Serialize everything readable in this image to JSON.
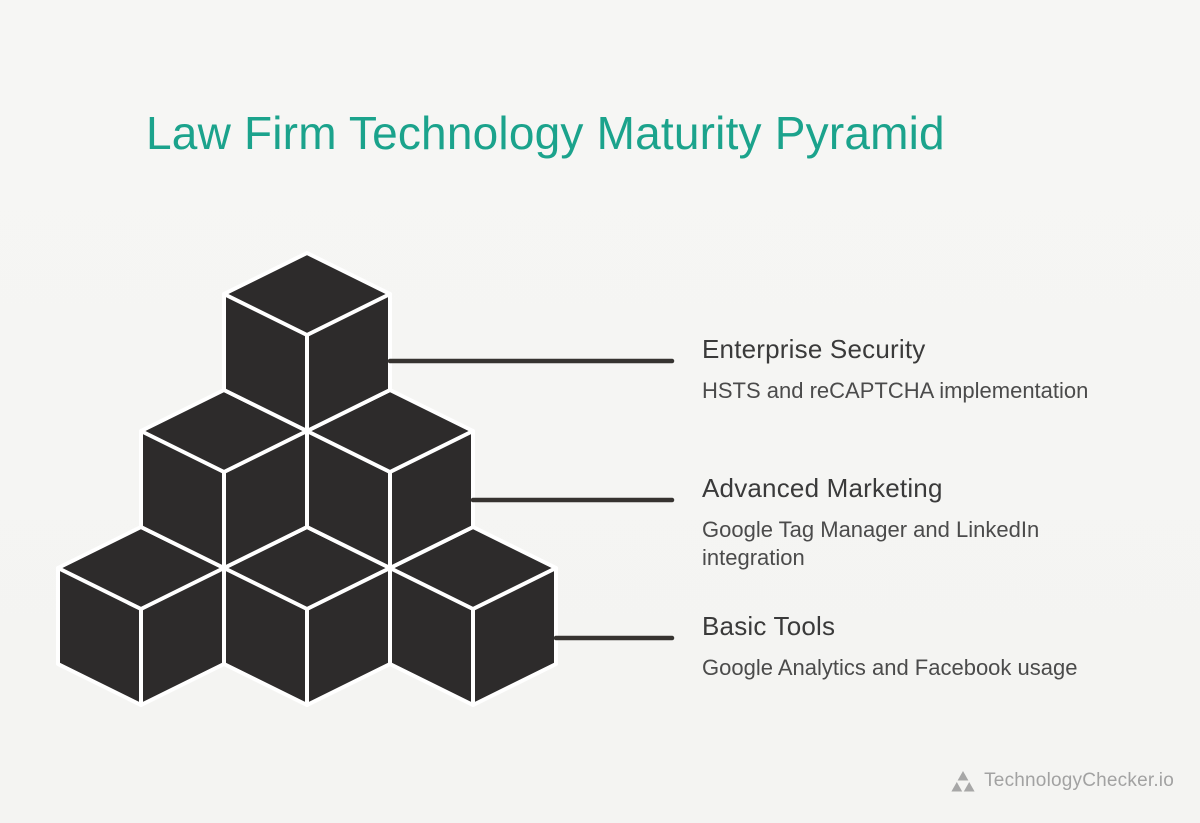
{
  "title": "Law Firm Technology Maturity Pyramid",
  "levels": [
    {
      "heading": "Enterprise Security",
      "description": "HSTS and reCAPTCHA implementation"
    },
    {
      "heading": "Advanced Marketing",
      "description": "Google Tag Manager and LinkedIn\nintegration"
    },
    {
      "heading": "Basic Tools",
      "description": "Google Analytics and Facebook usage"
    }
  ],
  "pyramid": {
    "cubes_per_row_top_to_bottom": [
      1,
      2,
      3
    ],
    "total_cubes": 6
  },
  "footer": {
    "brand": "TechnologyChecker.io",
    "logo_icon": "triforce-triangle-icon"
  },
  "colors": {
    "background": "#f5f5f3",
    "title_accent": "#1ba38c",
    "cube_fill": "#2d2b2b",
    "cube_seam": "#ffffff",
    "connector_line": "#363330",
    "heading_text": "#3a3a3a",
    "description_text": "#4b4b4b",
    "brand_text": "#a2a2a2"
  }
}
